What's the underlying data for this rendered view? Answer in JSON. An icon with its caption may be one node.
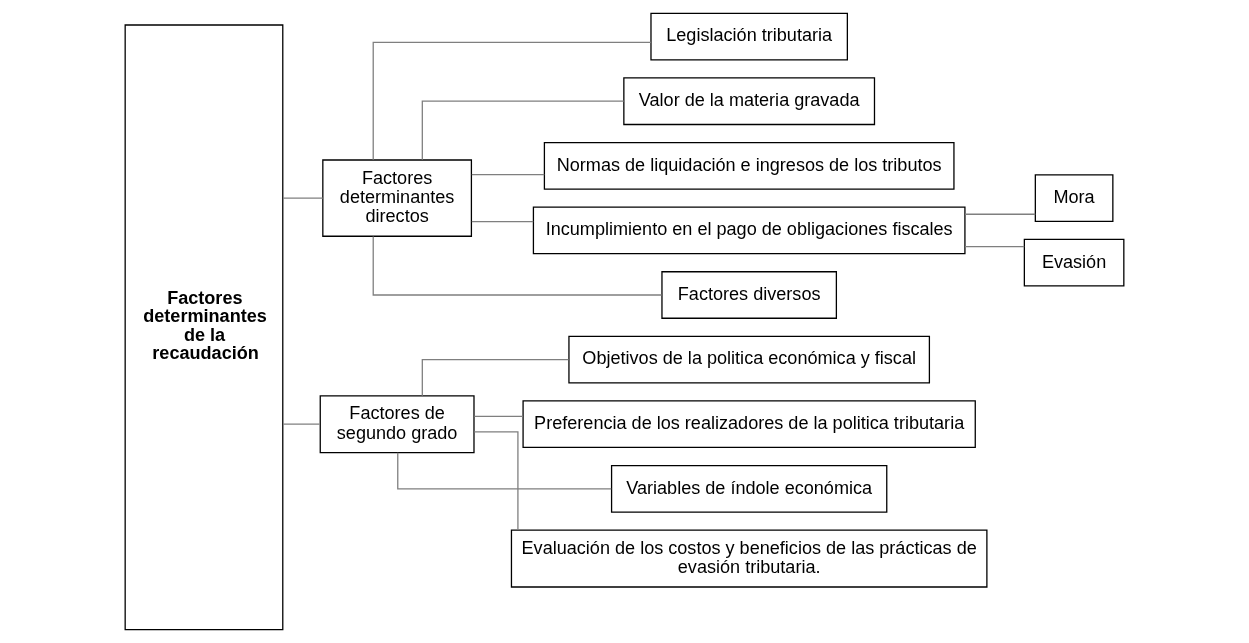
{
  "diagram": {
    "nodes": [
      {
        "text": [
          "Factores determinantes de la recaudación"
        ]
      },
      {
        "text": [
          "Factores determinantes directos"
        ]
      },
      {
        "text": [
          "Factores de segundo grado"
        ]
      },
      {
        "text": [
          "Legislación tributaria"
        ]
      },
      {
        "text": [
          "Valor de la materia gravada"
        ]
      },
      {
        "text": [
          "Normas de liquidación e ingresos de los tributos"
        ]
      },
      {
        "text": [
          "Incumplimiento en el pago de obligaciones fiscales"
        ]
      },
      {
        "text": [
          "Factores diversos"
        ]
      },
      {
        "text": [
          "Mora"
        ]
      },
      {
        "text": [
          "Evasión"
        ]
      },
      {
        "text": [
          "Objetivos de la politica económica y fiscal"
        ]
      },
      {
        "text": [
          "Preferencia de los realizadores de la politica tributaria"
        ]
      },
      {
        "text": [
          "Variables de índole económica"
        ]
      },
      {
        "text": [
          "Evaluación de los costos y beneficios de las prácticas de evasión tributaria."
        ]
      }
    ],
    "edges": [
      {
        "from": 0,
        "to": 1,
        "arrow": "none"
      },
      {
        "from": 0,
        "to": 2,
        "arrow": "none"
      },
      {
        "from": 1,
        "to": 3,
        "arrow": "none"
      },
      {
        "from": 1,
        "to": 4,
        "arrow": "none"
      },
      {
        "from": 1,
        "to": 5,
        "arrow": "none"
      },
      {
        "from": 1,
        "to": 6,
        "arrow": "none"
      },
      {
        "from": 1,
        "to": 7,
        "arrow": "none"
      },
      {
        "from": 6,
        "to": 8,
        "arrow": "none"
      },
      {
        "from": 6,
        "to": 9,
        "arrow": "none"
      },
      {
        "from": 2,
        "to": 10,
        "arrow": "none"
      },
      {
        "from": 2,
        "to": 11,
        "arrow": "none"
      },
      {
        "from": 2,
        "to": 12,
        "arrow": "none"
      },
      {
        "from": 2,
        "to": 13,
        "arrow": "none"
      }
    ]
  }
}
